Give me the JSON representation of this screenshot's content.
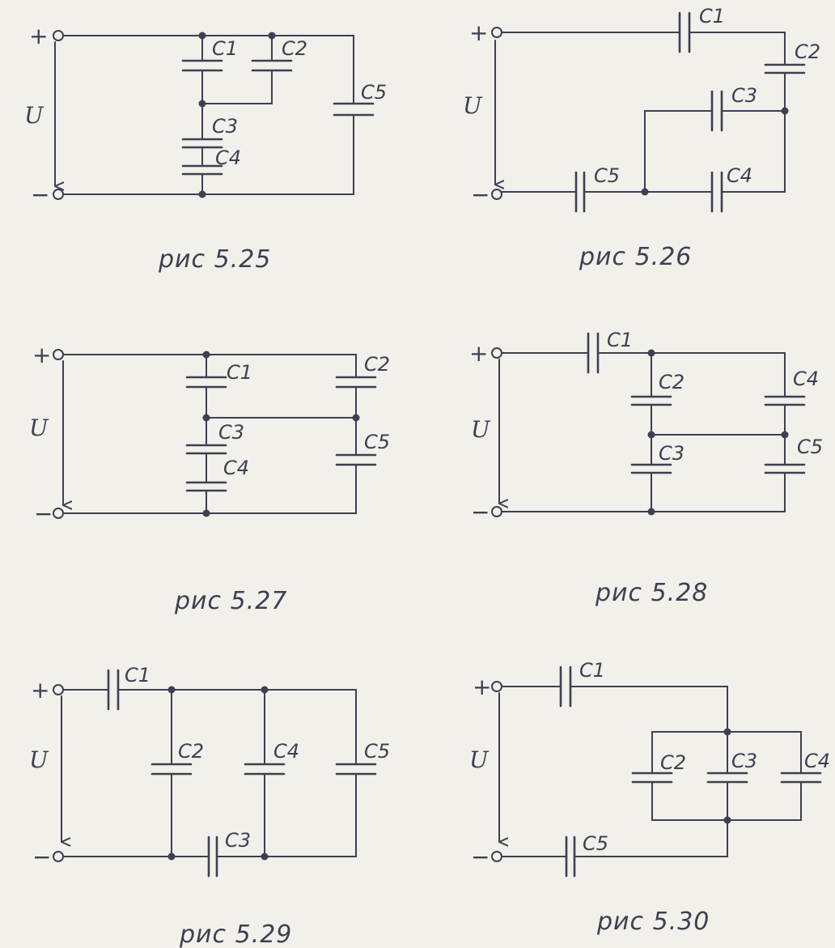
{
  "terminals": {
    "plus": "+",
    "minus": "−",
    "voltage": "U"
  },
  "capacitors": {
    "c1": "C1",
    "c2": "C2",
    "c3": "C3",
    "c4": "C4",
    "c5": "C5"
  },
  "figures": [
    {
      "caption": "рис 5.25"
    },
    {
      "caption": "рис 5.26"
    },
    {
      "caption": "рис 5.27"
    },
    {
      "caption": "рис 5.28"
    },
    {
      "caption": "рис 5.29"
    },
    {
      "caption": "рис 5.30"
    }
  ]
}
